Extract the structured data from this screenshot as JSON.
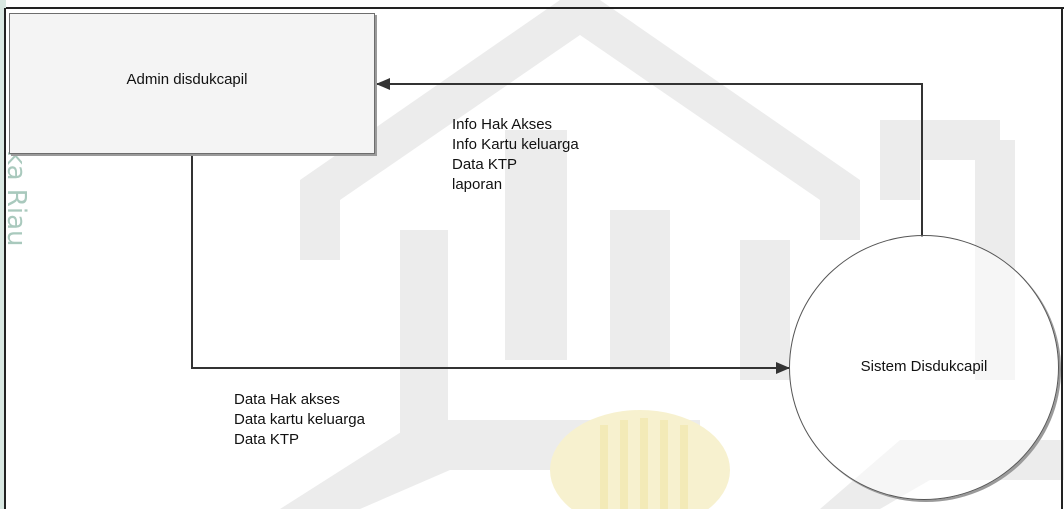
{
  "watermark": {
    "side_text": "ka Riau"
  },
  "entity": {
    "label": "Admin disdukcapil"
  },
  "process": {
    "label": "Sistem Disdukcapil"
  },
  "flow_to_entity": {
    "labels": [
      "Info Hak Akses",
      "Info Kartu keluarga",
      "Data KTP",
      "laporan"
    ]
  },
  "flow_to_process": {
    "labels": [
      "Data Hak akses",
      "Data kartu keluarga",
      "Data KTP"
    ]
  }
}
